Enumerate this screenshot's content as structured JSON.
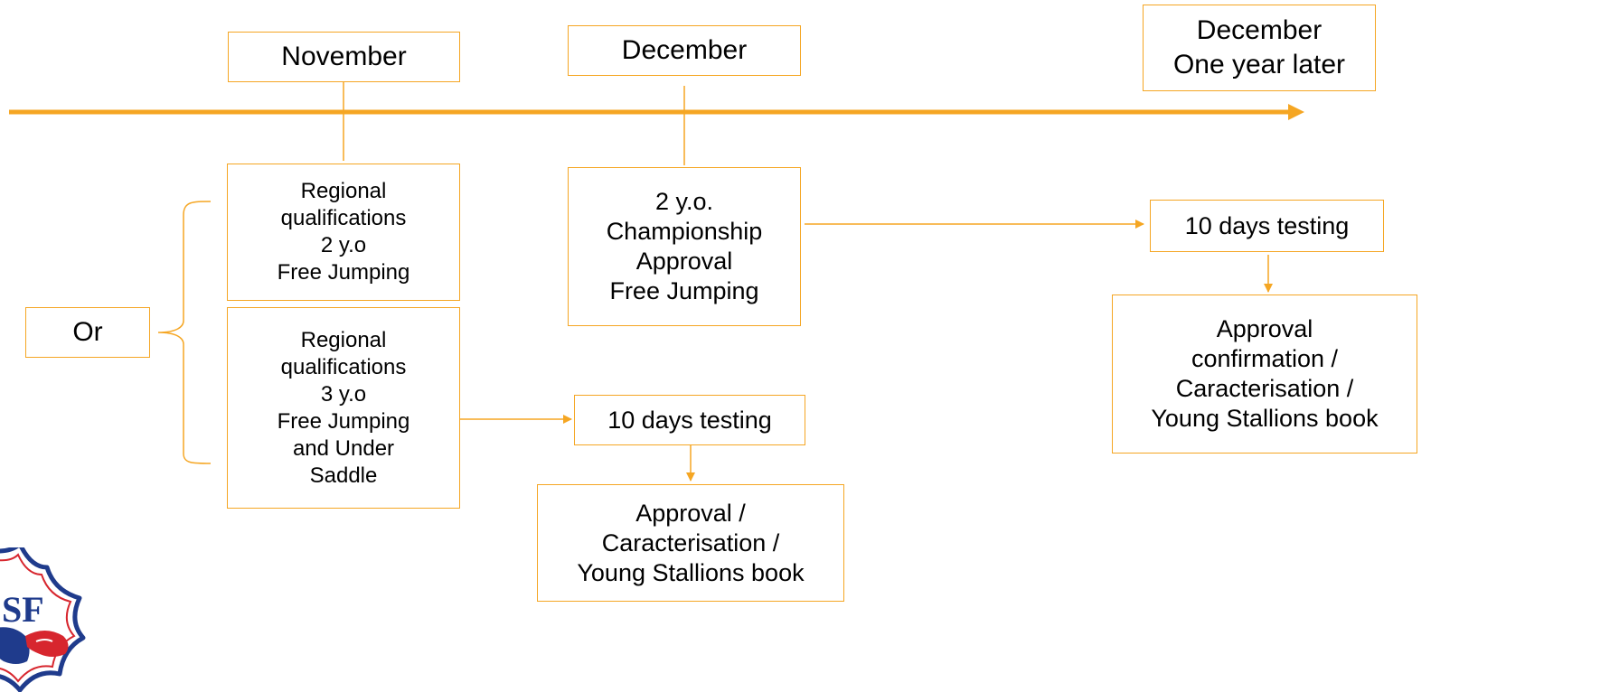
{
  "colors": {
    "accent": "#f5a623",
    "logo_blue": "#1f3b8c",
    "logo_red": "#d7262e"
  },
  "timeline": {
    "november": "November",
    "december": "December",
    "december_later": [
      "December",
      "One year later"
    ]
  },
  "or_label": "Or",
  "regional_2yo": [
    "Regional",
    "qualifications",
    "2 y.o",
    "Free Jumping"
  ],
  "regional_3yo": [
    "Regional",
    "qualifications",
    "3 y.o",
    "Free Jumping",
    "and Under",
    "Saddle"
  ],
  "championship": [
    "2 y.o.",
    "Championship",
    "Approval",
    "Free Jumping"
  ],
  "testing_lower": "10 days testing",
  "approval_lower": [
    "Approval /",
    "Caracterisation /",
    "Young Stallions book"
  ],
  "testing_upper": "10 days testing",
  "approval_upper": [
    "Approval",
    "confirmation /",
    "Caracterisation /",
    "Young Stallions book"
  ],
  "logo": {
    "text": "SF",
    "icon": "sf-logo-icon"
  }
}
